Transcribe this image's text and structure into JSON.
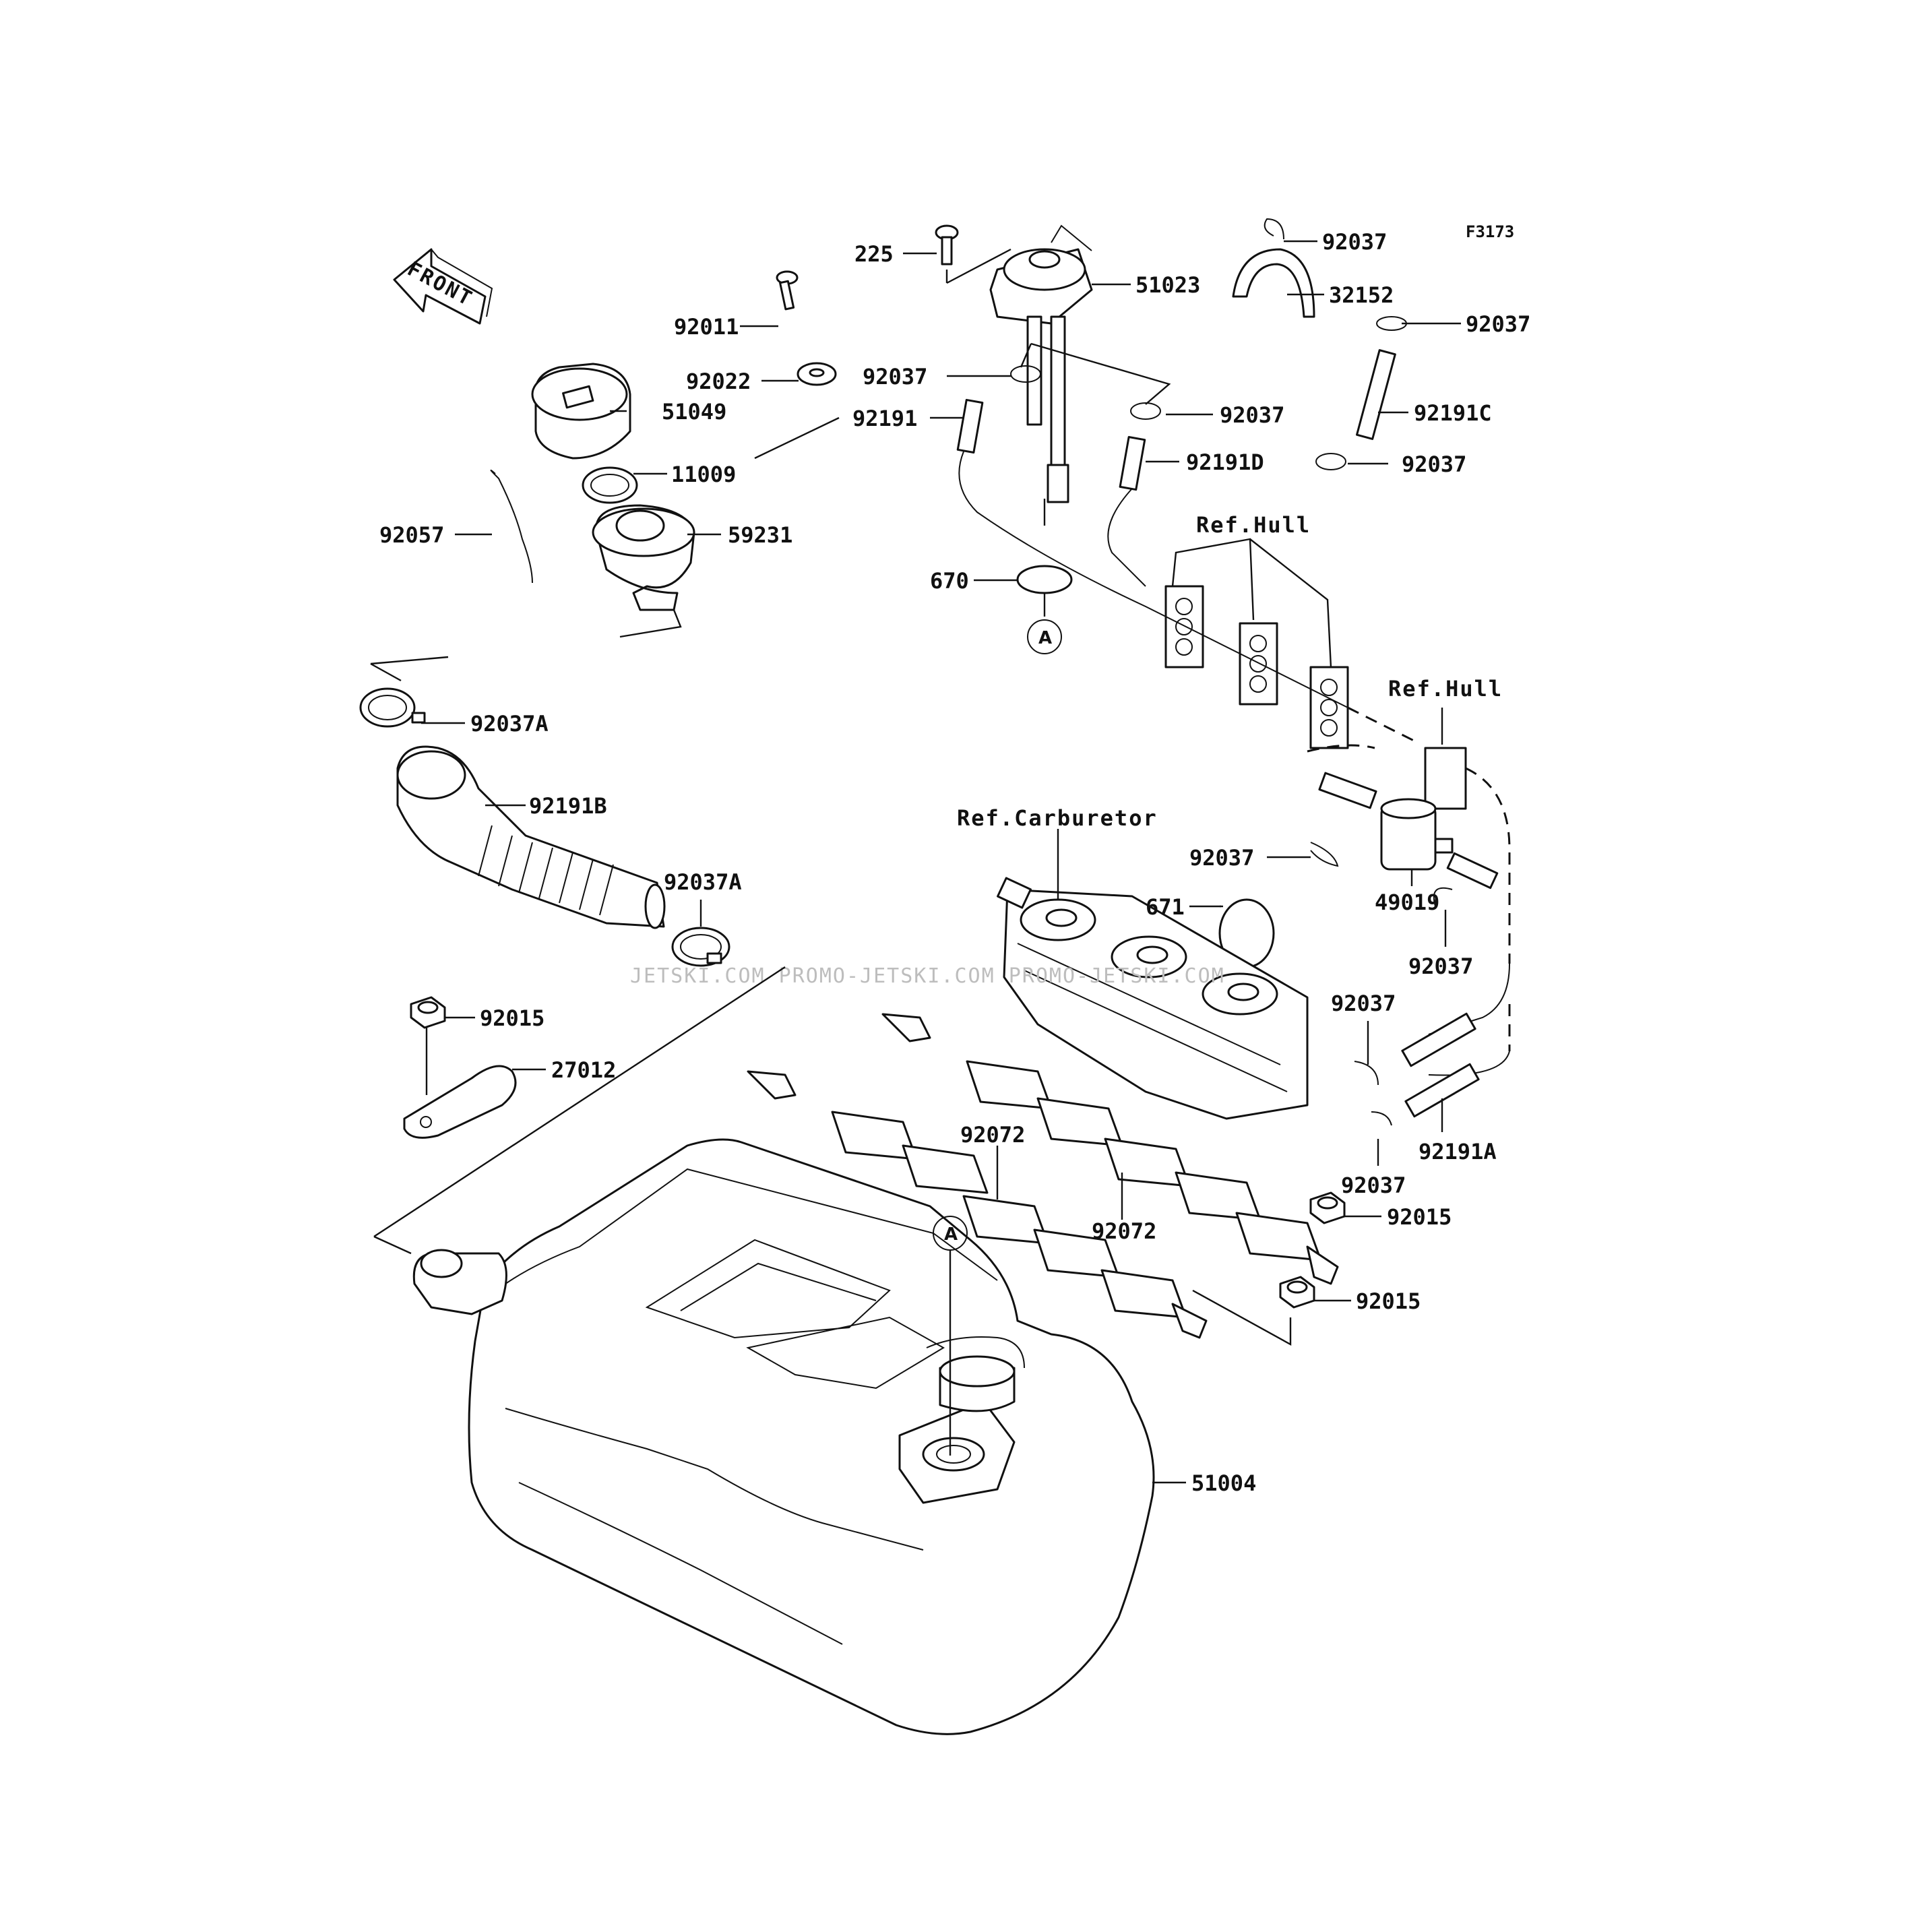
{
  "figure_code": "F3173",
  "front_label": "FRONT",
  "watermark": "JETSKI.COM   PROMO-JETSKI.COM   PROMO-JETSKI.COM",
  "ref_labels": {
    "hull_1": "Ref.Hull",
    "hull_2": "Ref.Hull",
    "carburetor": "Ref.Carburetor"
  },
  "circle_marks": {
    "a1": "A",
    "a2": "A"
  },
  "callouts": {
    "p225": "225",
    "p51023": "51023",
    "p92037_a": "92037",
    "p32152": "32152",
    "p92037_b": "92037",
    "p92011": "92011",
    "p92022": "92022",
    "p92037_c": "92037",
    "p51049": "51049",
    "p92037_d": "92037",
    "p92191": "92191",
    "p92191C": "92191C",
    "p11009": "11009",
    "p92191D": "92191D",
    "p92037_e": "92037",
    "p92057": "92057",
    "p59231": "59231",
    "p670": "670",
    "p92037A_1": "92037A",
    "p92191B": "92191B",
    "p92037_f": "92037",
    "p671": "671",
    "p49019": "49019",
    "p92037A_2": "92037A",
    "p92037_g": "92037",
    "p92015_a": "92015",
    "p92037_h": "92037",
    "p27012": "27012",
    "p92072_a": "92072",
    "p92191A": "92191A",
    "p92037_i": "92037",
    "p92072_b": "92072",
    "p92015_b": "92015",
    "p92015_c": "92015",
    "p51004": "51004"
  }
}
